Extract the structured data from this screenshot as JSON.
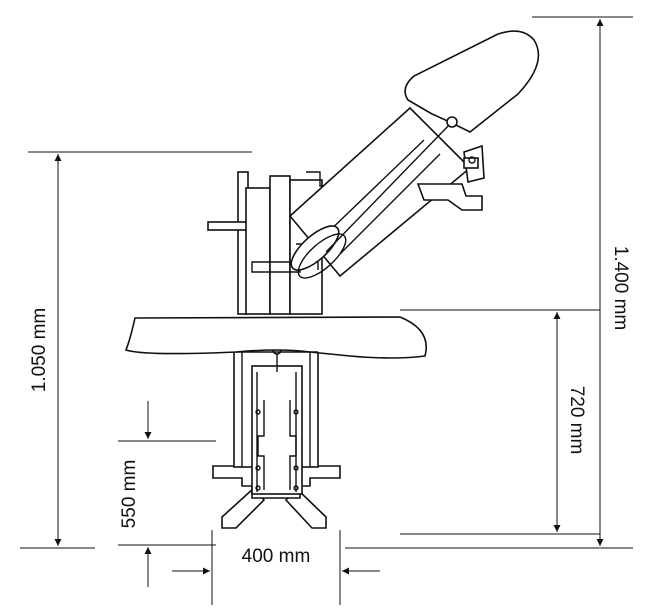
{
  "diagram": {
    "dimensions": [
      {
        "id": "total-height",
        "label": "1.400 mm"
      },
      {
        "id": "seat-height",
        "label": "1.050 mm"
      },
      {
        "id": "table-height",
        "label": "720 mm"
      },
      {
        "id": "base-height",
        "label": "550 mm"
      },
      {
        "id": "base-width",
        "label": "400 mm"
      }
    ],
    "colors": {
      "line": "#111111",
      "background": "#ffffff"
    }
  }
}
